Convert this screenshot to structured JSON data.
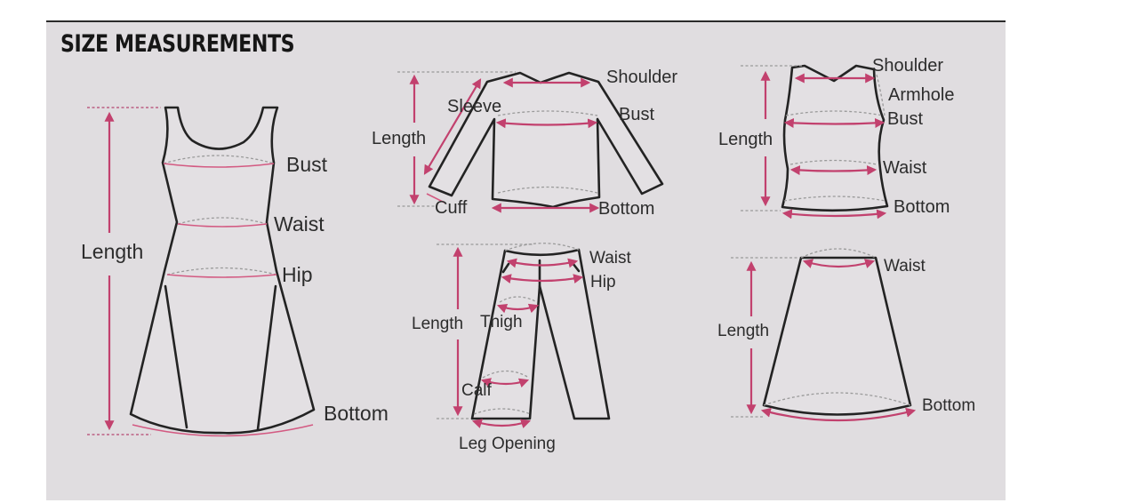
{
  "title": "SIZE MEASUREMENTS",
  "colors": {
    "panel_background": "#e0dde0",
    "outline": "#232323",
    "measure_line": "#c2416e",
    "reference_dash": "#9a9a9a",
    "label_text": "#2c2c2c"
  },
  "diagrams": {
    "dress": {
      "name": "Dress",
      "labels": {
        "length": "Length",
        "bust": "Bust",
        "waist": "Waist",
        "hip": "Hip",
        "bottom": "Bottom"
      }
    },
    "long_sleeve_top": {
      "name": "Long sleeve top",
      "labels": {
        "shoulder": "Shoulder",
        "sleeve": "Sleeve",
        "bust": "Bust",
        "length": "Length",
        "cuff": "Cuff",
        "bottom": "Bottom"
      }
    },
    "tank_top": {
      "name": "Tank top",
      "labels": {
        "shoulder": "Shoulder",
        "armhole": "Armhole",
        "bust": "Bust",
        "length": "Length",
        "waist": "Waist",
        "bottom": "Bottom"
      }
    },
    "pants": {
      "name": "Pants",
      "labels": {
        "waist": "Waist",
        "hip": "Hip",
        "length": "Length",
        "thigh": "Thigh",
        "calf": "Calf",
        "leg_opening": "Leg Opening"
      }
    },
    "skirt": {
      "name": "Skirt",
      "labels": {
        "waist": "Waist",
        "length": "Length",
        "bottom": "Bottom"
      }
    }
  }
}
